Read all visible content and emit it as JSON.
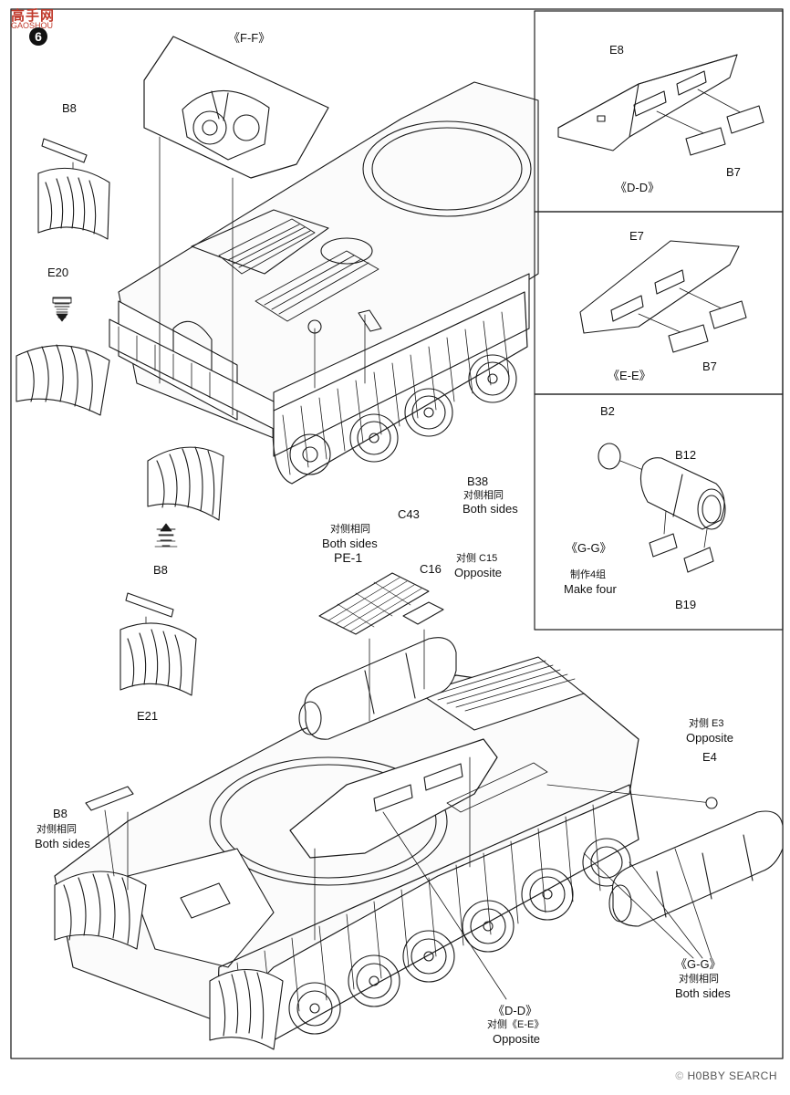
{
  "header": {
    "brand": "高手网",
    "site": "GAOSHOU",
    "step_number": "6"
  },
  "views": {
    "ff": "《F-F》",
    "dd": "《D-D》",
    "ee": "《E-E》",
    "gg": "《G-G》"
  },
  "parts": {
    "b8": "B8",
    "e20": "E20",
    "e21": "E21",
    "b38": "B38",
    "c43": "C43",
    "pe1": "PE-1",
    "c16": "C16",
    "c15": "对侧 C15",
    "e3": "对侧 E3",
    "e4": "E4",
    "e8": "E8",
    "e7": "E7",
    "b7": "B7",
    "b2": "B2",
    "b12": "B12",
    "b19": "B19"
  },
  "notes": {
    "both_sides_cn": "对侧相同",
    "both_sides_en": "Both sides",
    "opposite_en": "Opposite",
    "make_four_cn": "制作4组",
    "make_four_en": "Make four",
    "opposite_ee": "对侧《E-E》"
  },
  "watermark": {
    "text": "H0BBY SEARCH",
    "copyright": "©"
  }
}
